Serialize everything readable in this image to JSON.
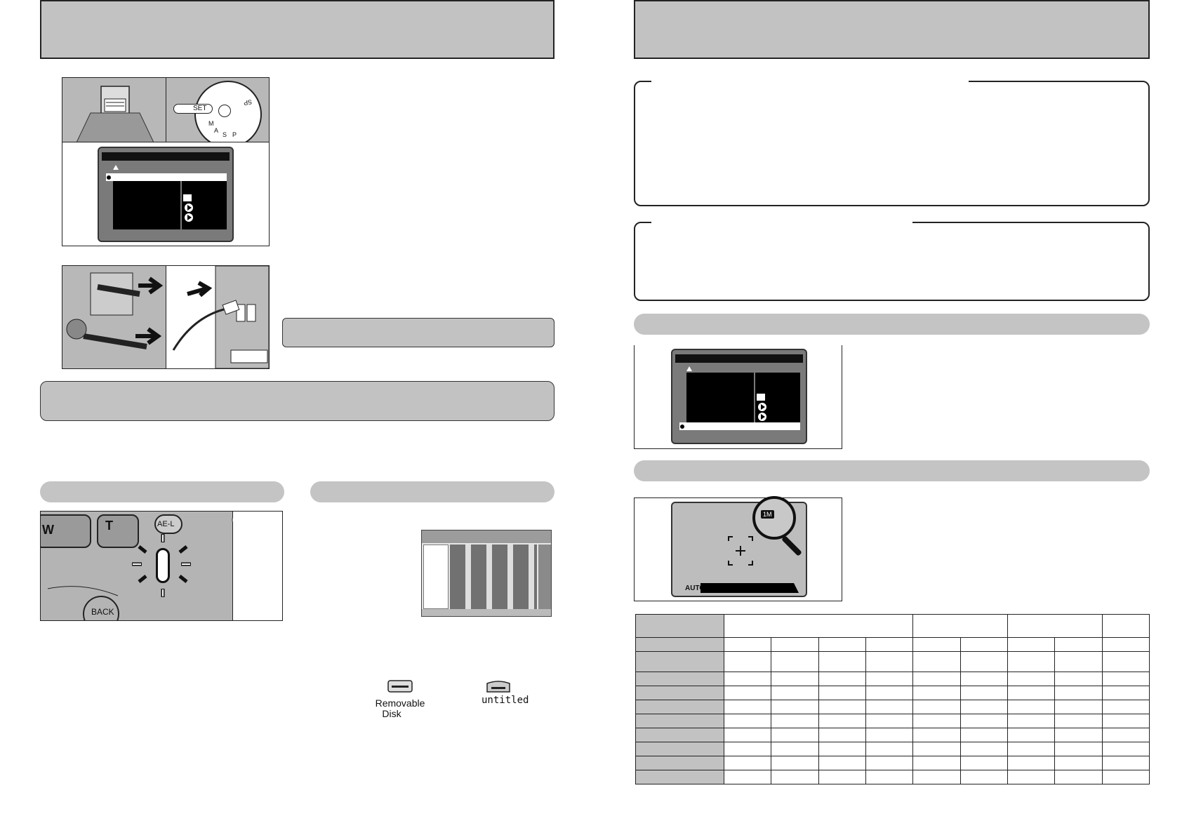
{
  "dial": {
    "set_label": "SET",
    "modes": [
      "M",
      "A",
      "S",
      "P",
      "SP"
    ]
  },
  "camera_buttons": {
    "w": "W",
    "t": "T",
    "ae_l": "AE-L",
    "back": "BACK"
  },
  "drives": [
    {
      "name": "Removable Disk",
      "line1": "Removable",
      "line2": "Disk"
    },
    {
      "name": "untitled"
    }
  ],
  "viewfinder": {
    "size_badge": "1M",
    "mode": "AUTO"
  },
  "colors": {
    "header_gray": "#c2c2c2",
    "border": "#222222"
  }
}
